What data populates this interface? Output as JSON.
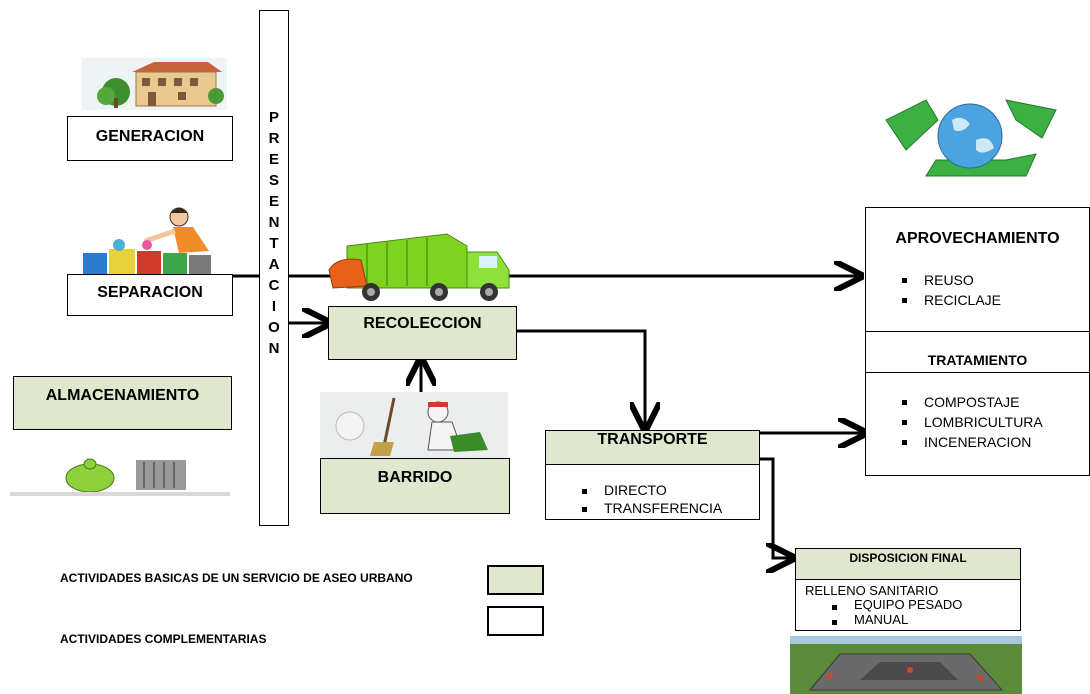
{
  "nodes": {
    "generacion": "GENERACION",
    "separacion": "SEPARACION",
    "almacenamiento": "ALMACENAMIENTO",
    "presentacion": [
      "P",
      "R",
      "E",
      "S",
      "E",
      "N",
      "T",
      "A",
      "C",
      "I",
      "O",
      "N"
    ],
    "recoleccion": "RECOLECCION",
    "barrido": "BARRIDO",
    "transporte": "TRANSPORTE",
    "transporte_items": [
      "DIRECTO",
      "TRANSFERENCIA"
    ],
    "aprovechamiento": "APROVECHAMIENTO",
    "aprovechamiento_items": [
      "REUSO",
      "RECICLAJE"
    ],
    "tratamiento": "TRATAMIENTO",
    "tratamiento_items": [
      "COMPOSTAJE",
      "LOMBRICULTURA",
      "INCENERACION"
    ],
    "disposicion_final": "DISPOSICION FINAL",
    "relleno": "RELLENO SANITARIO",
    "relleno_items": [
      "EQUIPO PESADO",
      "MANUAL"
    ]
  },
  "legend": {
    "basicas": "ACTIVIDADES BASICAS DE UN SERVICIO DE ASEO URBANO",
    "complementarias": "ACTIVIDADES COMPLEMENTARIAS"
  },
  "colors": {
    "basic_fill": "#dfe8cf",
    "complementary_fill": "#ffffff",
    "truck_green": "#7ed321",
    "recycle_green": "#3cb043"
  }
}
